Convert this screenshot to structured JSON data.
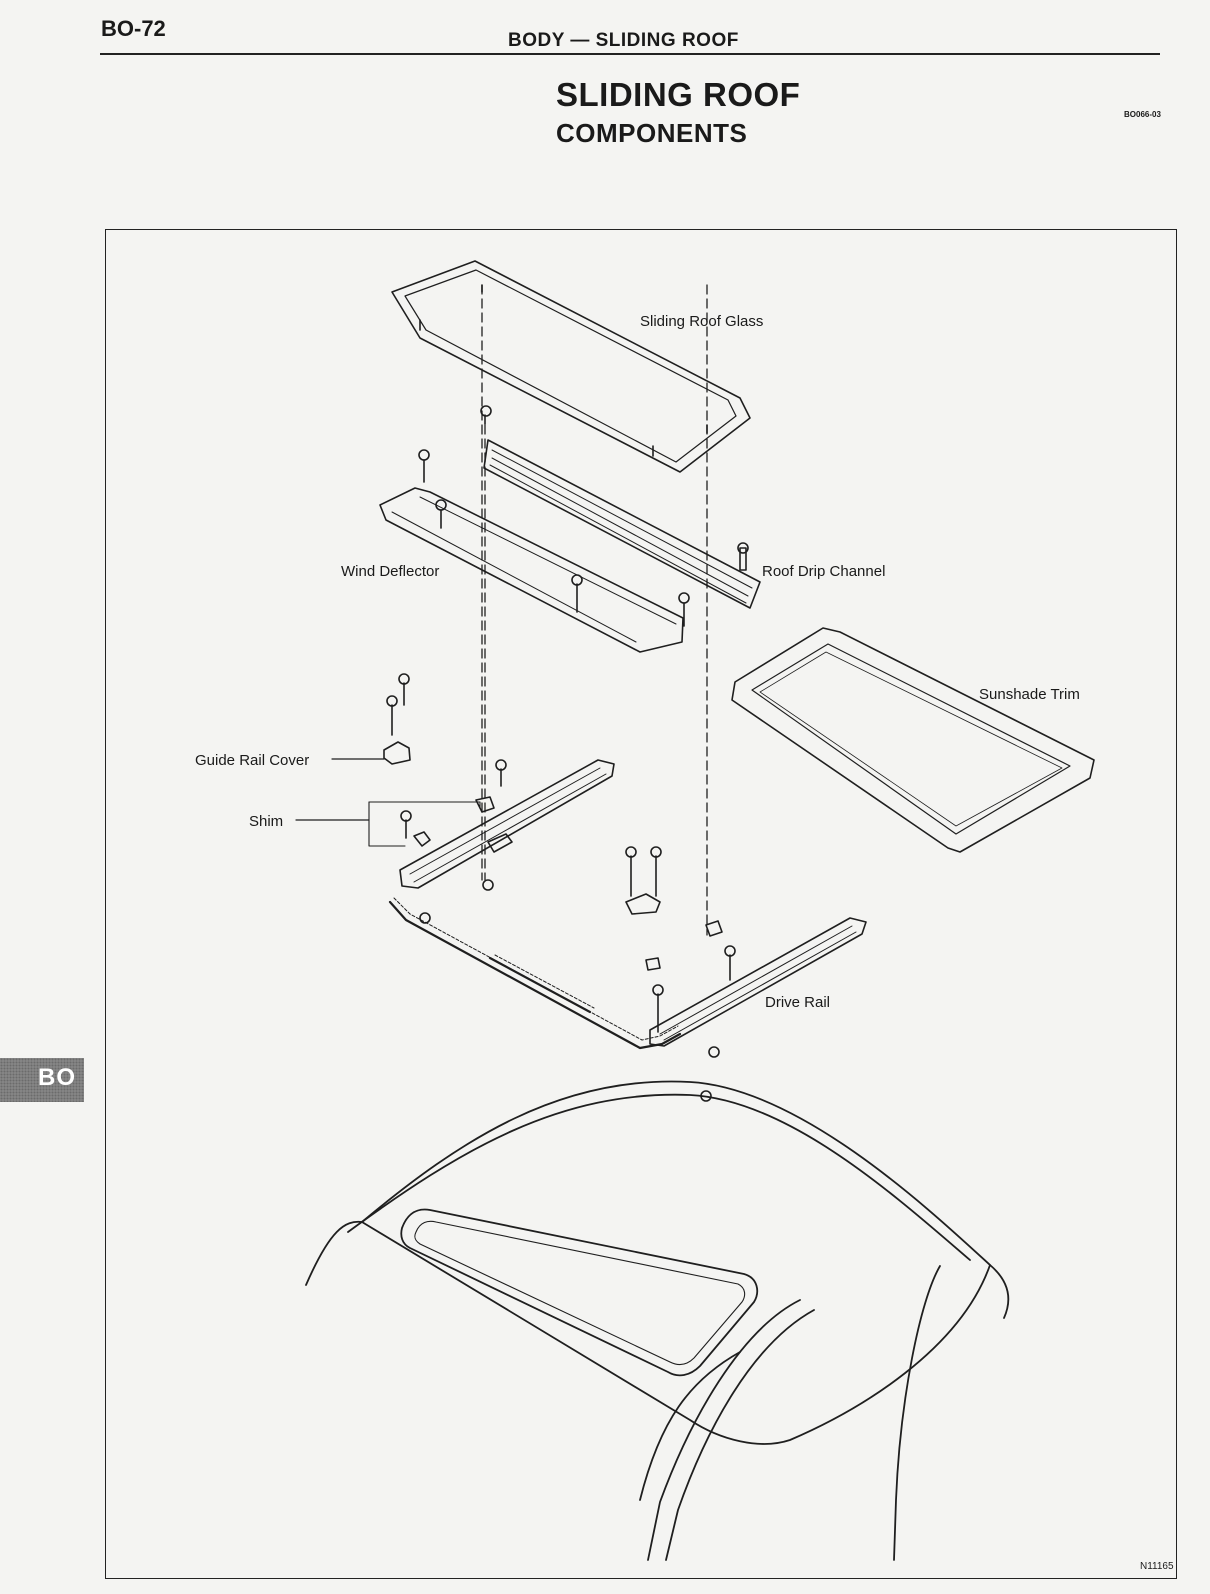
{
  "header": {
    "page_number": "BO-72",
    "section": "BODY — SLIDING ROOF"
  },
  "title": {
    "main": "SLIDING ROOF",
    "sub": "COMPONENTS",
    "code": "BO066-03"
  },
  "side_tab": {
    "label": "BO"
  },
  "diagram": {
    "labels": {
      "sliding_roof_glass": "Sliding Roof Glass",
      "wind_deflector": "Wind Deflector",
      "roof_drip_channel": "Roof Drip Channel",
      "sunshade_trim": "Sunshade Trim",
      "guide_rail_cover": "Guide Rail Cover",
      "shim": "Shim",
      "drive_rail": "Drive Rail"
    },
    "figure_number": "N11165"
  }
}
